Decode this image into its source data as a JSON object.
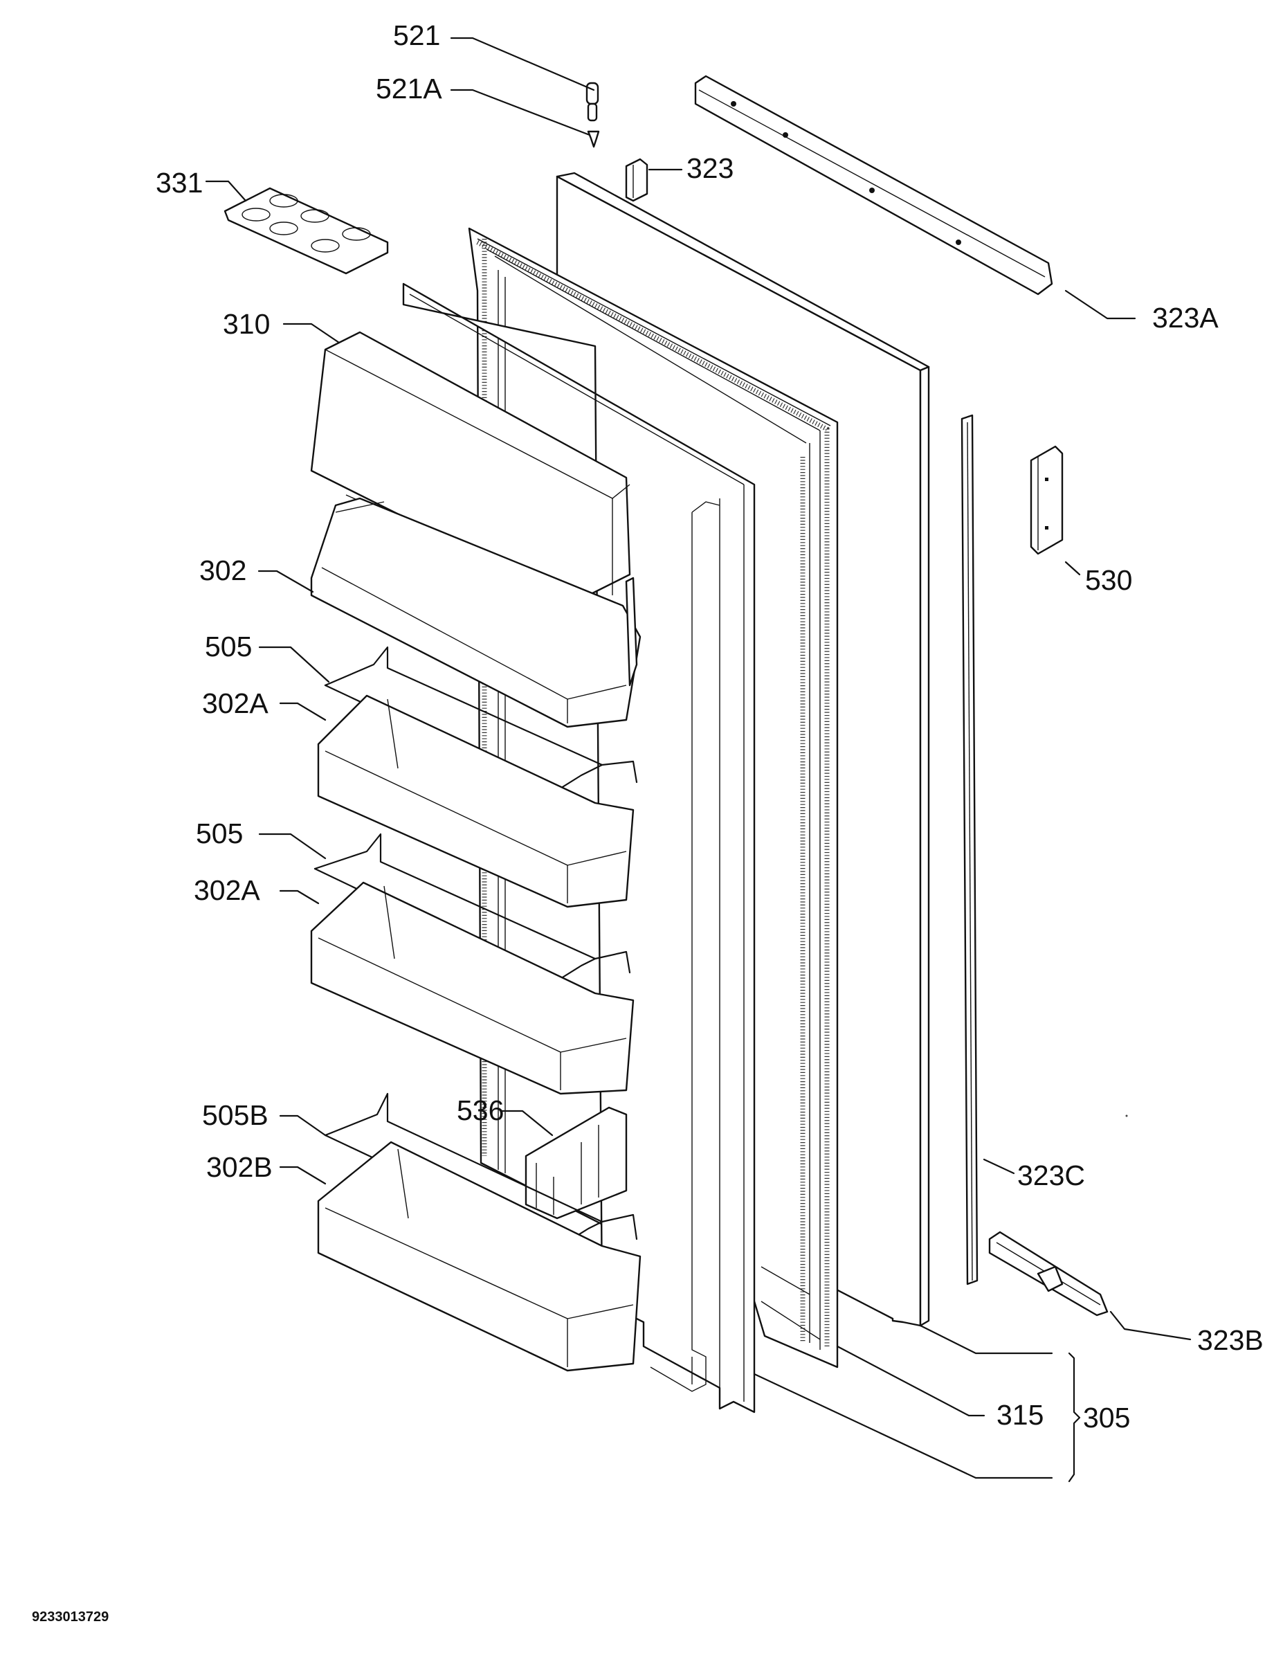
{
  "labels": {
    "p521": "521",
    "p521a": "521A",
    "p331": "331",
    "p323": "323",
    "p323a": "323A",
    "p310": "310",
    "p530": "530",
    "p302": "302",
    "p505_1": "505",
    "p302a_1": "302A",
    "p505_2": "505",
    "p302a_2": "302A",
    "p536": "536",
    "p505b": "505B",
    "p302b": "302B",
    "p323c": "323C",
    "p323b": "323B",
    "p315": "315",
    "p305": "305"
  },
  "document_id": "9233013729"
}
